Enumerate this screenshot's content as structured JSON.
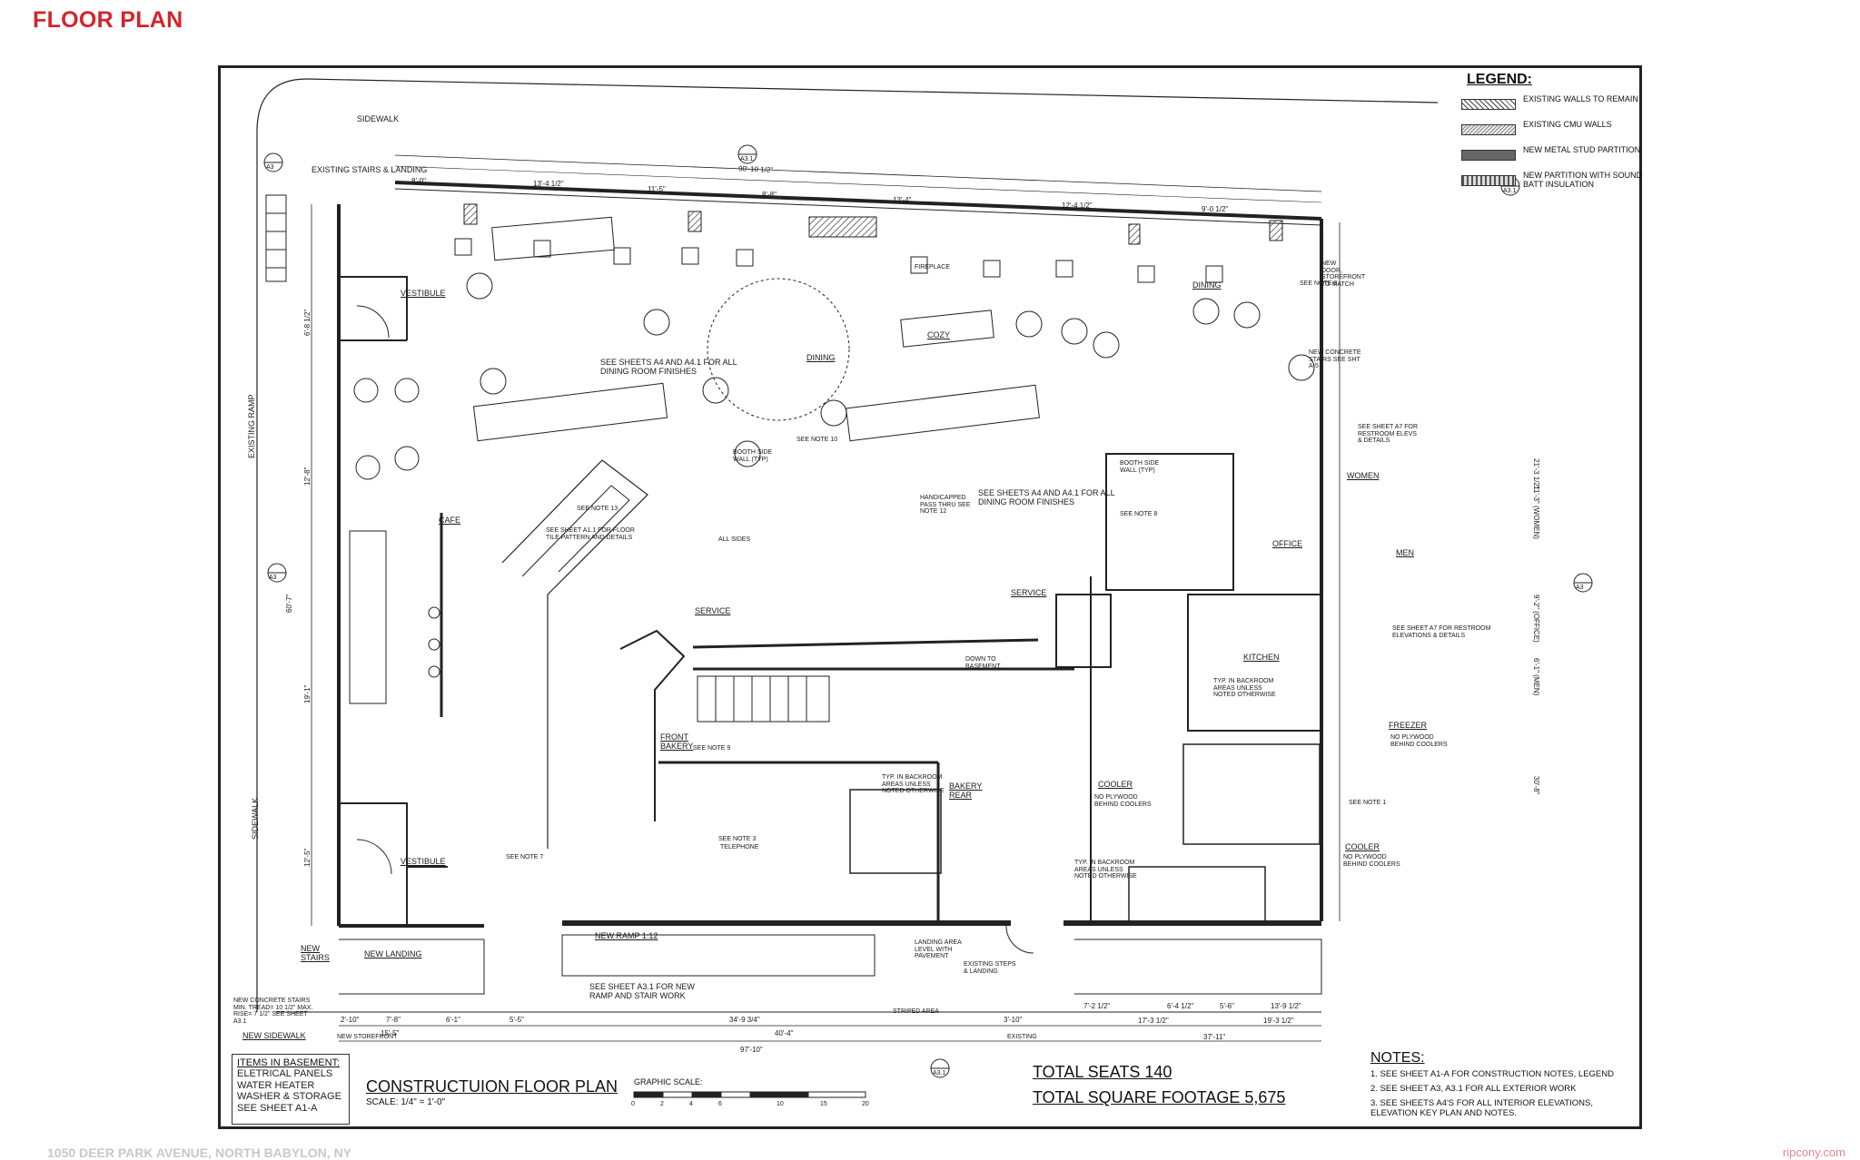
{
  "page": {
    "title": "FLOOR PLAN",
    "footer_address": "1050 DEER PARK AVENUE, NORTH BABYLON, NY",
    "footer_website": "ripcony.com"
  },
  "colors": {
    "title_red": "#d4242b",
    "line": "#222222",
    "wall_fill": "#555555"
  },
  "legend": {
    "title": "LEGEND:",
    "items": [
      {
        "swatch": "hatch",
        "label": "EXISTING WALLS TO REMAIN"
      },
      {
        "swatch": "dots",
        "label": "EXISTING CMU WALLS"
      },
      {
        "swatch": "solid",
        "label": "NEW METAL STUD PARTITION"
      },
      {
        "swatch": "batt",
        "label": "NEW PARTITION WITH SOUND BATT INSULATION"
      }
    ]
  },
  "labels": {
    "sidewalk_top": "SIDEWALK",
    "existing_stairs": "EXISTING STAIRS & LANDING",
    "existing_ramp": "EXISTING RAMP",
    "sidewalk_left": "SIDEWALK",
    "vestibule_top": "VESTIBULE",
    "vestibule_bottom": "VESTIBULE",
    "dining_left": "DINING",
    "dining_right": "DINING",
    "cozy": "COZY",
    "fireplace": "FIREPLACE",
    "cafe": "CAFE",
    "service_left": "SERVICE",
    "service_mid": "SERVICE",
    "front_bakery": "FRONT BAKERY",
    "bakery_rear": "BAKERY REAR",
    "kitchen": "KITCHEN",
    "cooler_mid": "COOLER",
    "cooler_right": "COOLER",
    "freezer": "FREEZER",
    "office": "OFFICE",
    "women": "WOMEN",
    "men": "MEN",
    "new_landing": "NEW LANDING",
    "new_stairs": "NEW STAIRS",
    "new_sidewalk": "NEW SIDEWALK",
    "new_ramp": "NEW RAMP 1:12",
    "see_a31": "SEE SHEET A3.1 FOR NEW RAMP AND STAIR WORK",
    "finishes_left": "SEE SHEETS A4 AND A4.1 FOR ALL DINING ROOM FINISHES",
    "finishes_right": "SEE SHEETS A4 AND A4.1 FOR ALL DINING ROOM FINISHES",
    "see_a11": "SEE SHEET A1.1 FOR FLOOR TILE PATTERN AND DETAILS",
    "restroom_note_upper": "SEE SHEET A7 FOR RESTROOM ELEVS & DETAILS",
    "restroom_note_lower": "SEE SHEET A7 FOR RESTROOM ELEVATIONS & DETAILS",
    "backroom_note_1": "TYP. IN BACKROOM AREAS UNLESS NOTED OTHERWISE",
    "backroom_note_2": "TYP. IN BACKROOM AREAS UNLESS NOTED OTHERWISE",
    "backroom_note_3": "TYP. IN BACKROOM AREAS UNLESS NOTED OTHERWISE",
    "no_plywood_1": "NO PLYWOOD BEHIND COOLERS",
    "no_plywood_2": "NO PLYWOOD BEHIND COOLERS",
    "no_plywood_3": "NO PLYWOOD BEHIND COOLERS",
    "down_to_basement": "DOWN TO BASEMENT",
    "handicapped_pass": "HANDICAPPED PASS THRU SEE NOTE 12",
    "booth_side_wall_1": "BOOTH SIDE WALL (TYP)",
    "booth_side_wall_2": "BOOTH SIDE WALL (TYP)",
    "telephone": "TELEPHONE",
    "striped_area": "STRIPED AREA",
    "existing_steps": "EXISTING STEPS & LANDING",
    "landing_area": "LANDING AREA LEVEL WITH PAVEMENT",
    "new_door": "NEW DOOR, STOREFRONT TO MATCH",
    "new_concrete_stairs_right": "NEW CONCRETE STAIRS SEE SHT A-5",
    "new_concrete_stairs_left": "NEW CONCRETE STAIRS MIN. TREAD= 10 1/2\" MAX. RISE= 7 1/2\" SEE SHEET A3.1",
    "new_storefront": "NEW STOREFRONT",
    "existing": "EXISTING",
    "all_sides": "ALL SIDES",
    "see_note_6": "SEE NOTE 6",
    "see_note_8": "SEE NOTE 8",
    "see_note_9": "SEE NOTE 9",
    "see_note_1": "SEE NOTE 1",
    "see_note_3": "SEE NOTE 3",
    "see_note_7": "SEE NOTE 7",
    "see_note_10": "SEE NOTE 10",
    "see_note_13": "SEE NOTE 13"
  },
  "dimensions": {
    "top_overall": "90'-10 1/2\"",
    "bottom_overall": "97'-10\"",
    "top_segments": [
      "8'-0\"",
      "13'-4 1/2\"",
      "11'-5\"",
      "8'-8\"",
      "13'-4\"",
      "12'-4 1/2\"",
      "9'-0 1/2\""
    ],
    "bottom_segments": [
      "2'-10\"",
      "7'-8\"",
      "6'-1\"",
      "5'-5\"",
      "34'-9 3/4\"",
      "3'-10\"",
      "7'-2 1/2\"",
      "6'-4 1/2\"",
      "5'-6\"",
      "13'-9 1/2\""
    ],
    "bottom_sub": [
      "15'-5\"",
      "40'-4\"",
      "17'-3 1/2\"",
      "19'-3 1/2\"",
      "37'-11\""
    ],
    "left_segments": [
      "6'-8 1/2\"",
      "12'-8\"",
      "60'-7\"",
      "19'-1\"",
      "12'-5\""
    ],
    "right_segments": [
      "21'-3 1/2\"",
      "11'-3\" (WOMEN)",
      "9'-2\" (OFFICE)",
      "6'-1\" (MEN)",
      "30'-8\""
    ]
  },
  "basement_box": {
    "title": "ITEMS IN BASEMENT:",
    "items": [
      "ELETRICAL PANELS",
      "WATER HEATER",
      "WASHER & STORAGE",
      "SEE SHEET A1-A"
    ]
  },
  "title_block": {
    "title": "CONSTRUCTUION FLOOR PLAN",
    "scale": "SCALE: 1/4\" = 1'-0\"",
    "graphic_scale": "GRAPHIC SCALE:",
    "scale_ticks": [
      "0",
      "2",
      "4",
      "6",
      "10",
      "15",
      "20"
    ]
  },
  "totals": {
    "seats": "TOTAL SEATS  140",
    "square_footage": "TOTAL SQUARE FOOTAGE  5,675"
  },
  "notes": {
    "title": "NOTES:",
    "items": [
      "1.  SEE SHEET A1-A FOR CONSTRUCTION NOTES, LEGEND",
      "2.  SEE SHEET A3, A3.1 FOR ALL EXTERIOR WORK",
      "3.  SEE SHEETS A4'S FOR ALL INTERIOR ELEVATIONS, ELEVATION KEY PLAN AND NOTES."
    ]
  },
  "section_markers": [
    "A3",
    "A3.1",
    "A3",
    "A3.1",
    "A3",
    "A3.1"
  ]
}
